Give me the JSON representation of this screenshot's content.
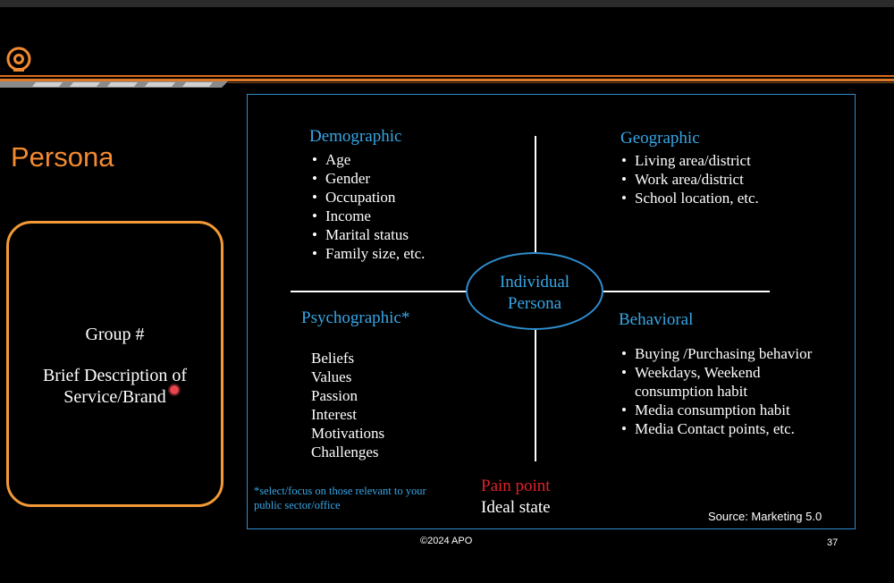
{
  "colors": {
    "accent_orange": "#f28a30",
    "heading_blue": "#38a6e6",
    "frame_blue": "#2e8fd0",
    "pain_red": "#e0202a"
  },
  "header": {
    "logo_icon": "apo-logo-icon"
  },
  "slide": {
    "title": "Persona"
  },
  "group_card": {
    "line1": "Group #",
    "line2": "Brief Description of",
    "line3": "Service/Brand"
  },
  "diagram": {
    "center": {
      "line1": "Individual",
      "line2": "Persona"
    },
    "demographic": {
      "title": "Demographic",
      "items": [
        "Age",
        "Gender",
        "Occupation",
        "Income",
        "Marital status",
        "Family size, etc."
      ]
    },
    "geographic": {
      "title": "Geographic",
      "items": [
        "Living area/district",
        "Work area/district",
        "School location, etc."
      ]
    },
    "psychographic": {
      "title": "Psychographic*",
      "items": [
        "Beliefs",
        "Values",
        "Passion",
        "Interest",
        "Motivations",
        "Challenges"
      ]
    },
    "behavioral": {
      "title": "Behavioral",
      "items": [
        "Buying /Purchasing behavior",
        "Weekdays, Weekend consumption habit",
        "Media consumption habit",
        "Media Contact points, etc."
      ]
    },
    "note": "*select/focus on those relevant to your public sector/office",
    "pain_point": "Pain point",
    "ideal_state": "Ideal state",
    "source": "Source: Marketing 5.0"
  },
  "footer": {
    "copyright": "©2024 APO",
    "page_number": "37"
  }
}
